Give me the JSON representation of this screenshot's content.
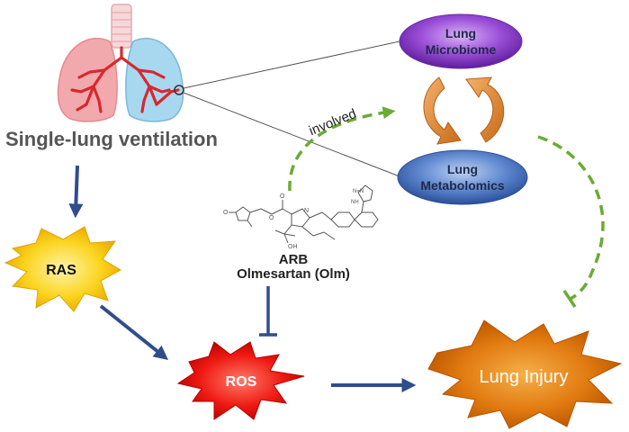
{
  "lungs": {
    "title": "Single-lung ventilation"
  },
  "microbiome": {
    "line1": "Lung",
    "line2": "Microbiome"
  },
  "metabolomics": {
    "line1": "Lung",
    "line2": "Metabolomics"
  },
  "involved": "involved",
  "drug": {
    "class": "ARB",
    "name": "Olmesartan (Olm)"
  },
  "ras": "RAS",
  "ros": "ROS",
  "injury": "Lung Injury",
  "colors": {
    "arrow_blue": "#2f4d8e",
    "dashed_green": "#6aab34",
    "cycle_orange": "#d07a2c",
    "ras_yellow": "#f5c400",
    "ros_red": "#e01010",
    "injury_orange": "#e0760e",
    "microbiome_purple": "#8a3fc8",
    "metabolomics_blue": "#4d78c8",
    "lung_left_red": "#f2a9ad",
    "lung_right_blue": "#a8d8f0"
  }
}
